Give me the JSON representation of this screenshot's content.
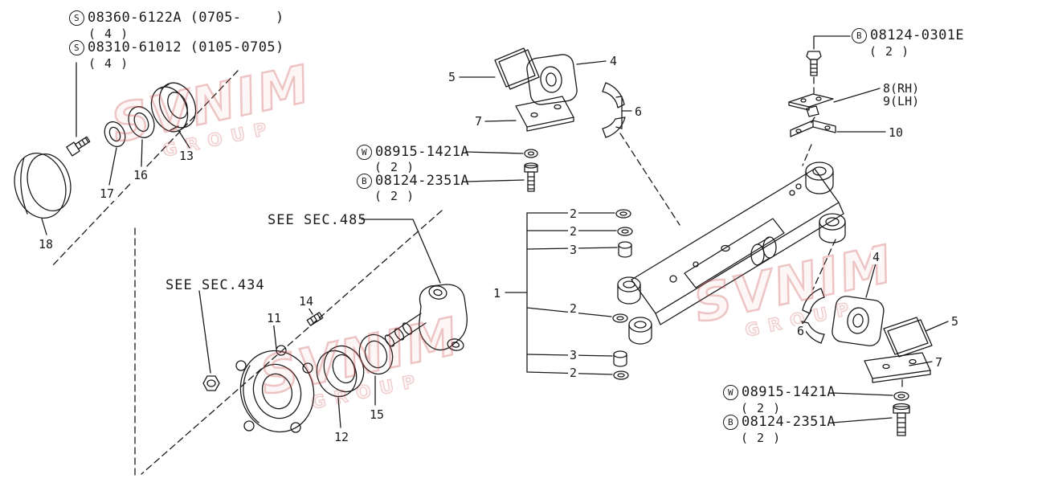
{
  "colors": {
    "line": "#1a1a1a",
    "watermark": "#cc4e4e",
    "background": "#ffffff"
  },
  "watermark": {
    "line1": "SVNIM",
    "line2": "GROUP"
  },
  "part_labels": {
    "s_top": {
      "prefix": "S",
      "number": "08360-6122A (0705-    )",
      "qty": "( 4 )"
    },
    "s_bottom": {
      "prefix": "S",
      "number": "08310-61012 (0105-0705)",
      "qty": "( 4 )"
    },
    "b_top_right": {
      "prefix": "B",
      "number": "08124-0301E",
      "qty": "( 2 )"
    },
    "w_mid_left": {
      "prefix": "W",
      "number": "08915-1421A",
      "qty": "( 2 )"
    },
    "b_mid_left": {
      "prefix": "B",
      "number": "08124-2351A",
      "qty": "( 2 )"
    },
    "w_bottom_right": {
      "prefix": "W",
      "number": "08915-1421A",
      "qty": "( 2 )"
    },
    "b_bottom_right": {
      "prefix": "B",
      "number": "08124-2351A",
      "qty": "( 2 )"
    }
  },
  "section_notes": {
    "sec485": "SEE SEC.485",
    "sec434": "SEE SEC.434"
  },
  "callouts": [
    {
      "text": "5"
    },
    {
      "text": "4"
    },
    {
      "text": "7"
    },
    {
      "text": "6"
    },
    {
      "text": "8(RH)"
    },
    {
      "text": "9(LH)"
    },
    {
      "text": "10"
    },
    {
      "text": "2"
    },
    {
      "text": "2"
    },
    {
      "text": "3"
    },
    {
      "text": "1"
    },
    {
      "text": "2"
    },
    {
      "text": "3"
    },
    {
      "text": "2"
    },
    {
      "text": "13"
    },
    {
      "text": "16"
    },
    {
      "text": "17"
    },
    {
      "text": "18"
    },
    {
      "text": "14"
    },
    {
      "text": "11"
    },
    {
      "text": "12"
    },
    {
      "text": "15"
    },
    {
      "text": "4"
    },
    {
      "text": "6"
    },
    {
      "text": "5"
    },
    {
      "text": "7"
    }
  ]
}
